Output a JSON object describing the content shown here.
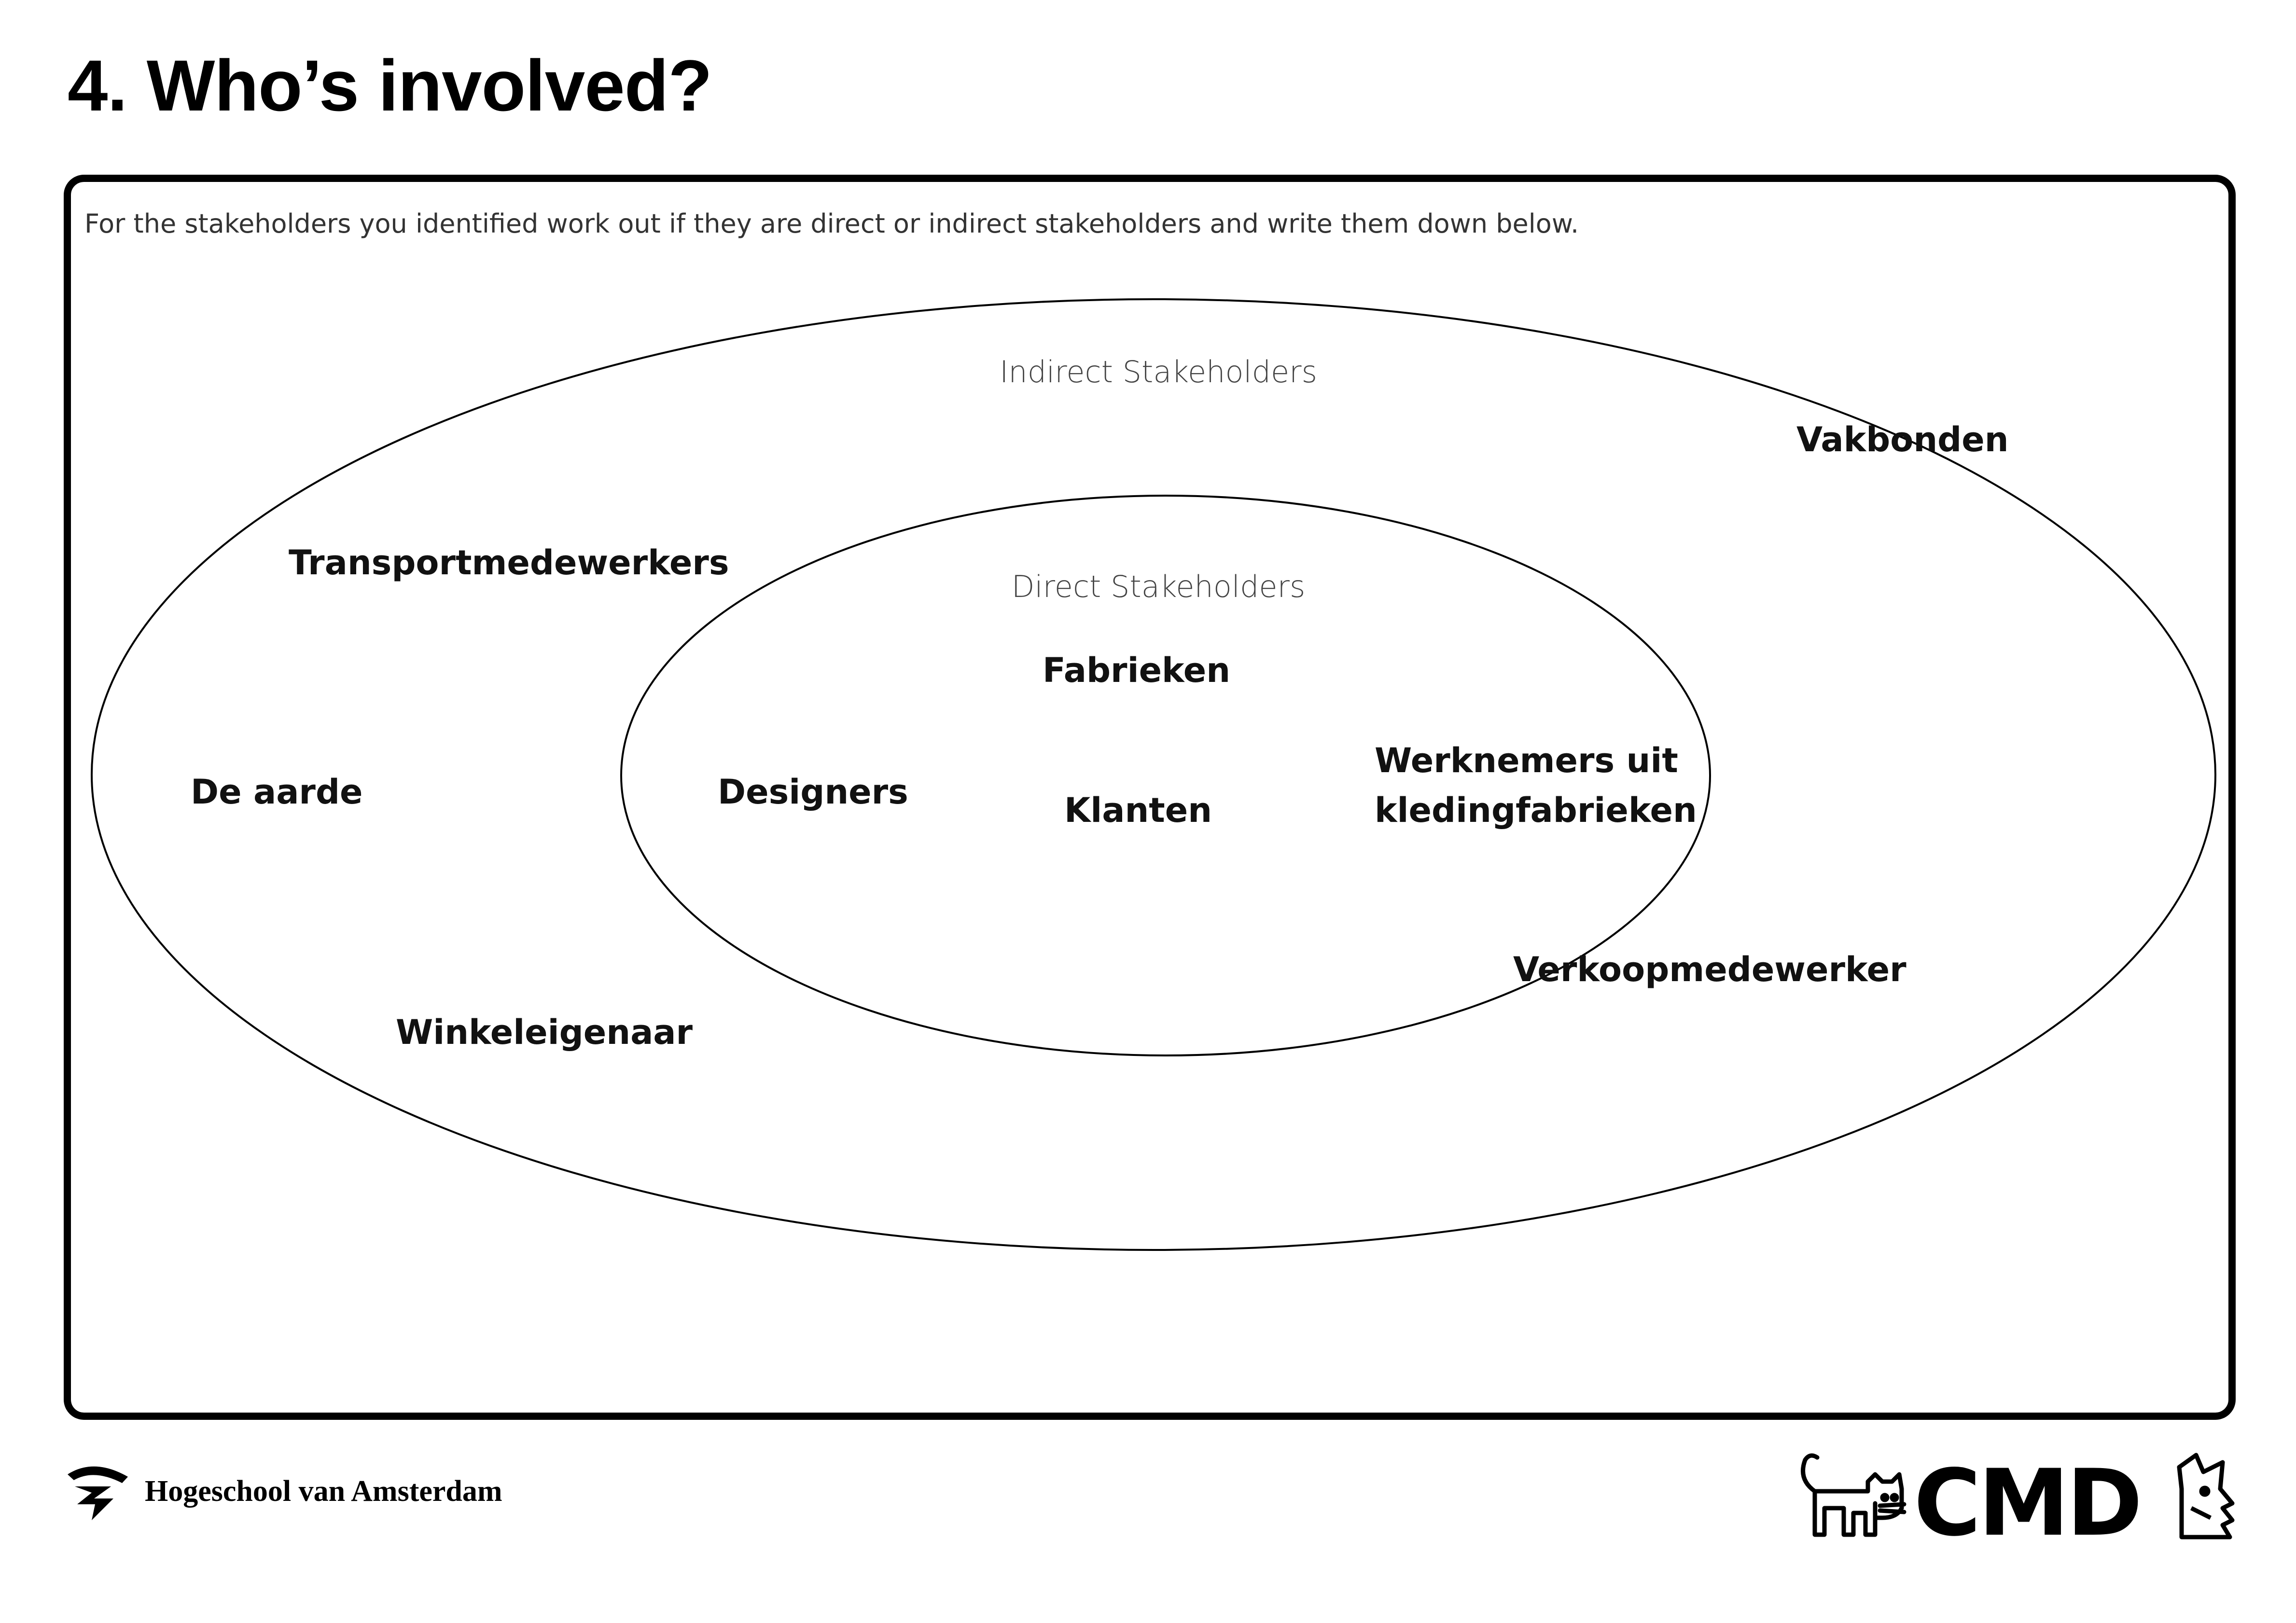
{
  "title": "4. Who’s involved?",
  "instruction": "For the stakeholders you identified work out if they are direct or indirect stakeholders and write them down below.",
  "zones": {
    "indirect_label": "Indirect Stakeholders",
    "direct_label": "Direct Stakeholders"
  },
  "stakeholders": {
    "vakbonden": "Vakbonden",
    "transportmedewerkers": "Transportmedewerkers",
    "fabrieken": "Fabrieken",
    "werknemers_line1": "Werknemers uit",
    "werknemers_line2": "kledingfabrieken",
    "de_aarde": "De aarde",
    "designers": "Designers",
    "klanten": "Klanten",
    "verkoopmedewerker": "Verkoopmedewerker",
    "winkeleigenaar": "Winkeleigenaar"
  },
  "footer": {
    "institution": "Hogeschool van Amsterdam",
    "brand": "CMD"
  },
  "icons": {
    "hva_logo": "hva-logo-icon",
    "cat": "cat-icon",
    "dog": "dog-icon"
  }
}
